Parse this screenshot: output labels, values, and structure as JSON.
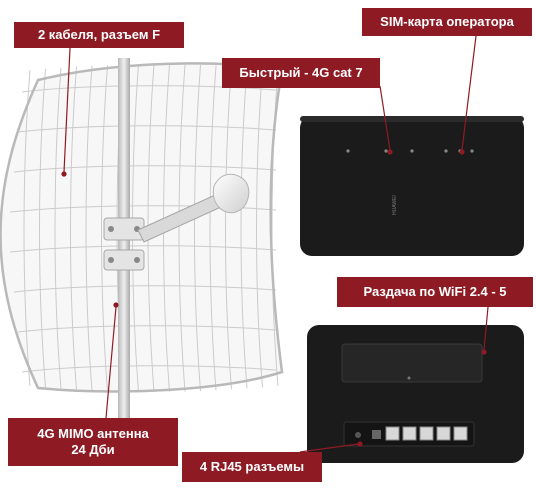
{
  "labels": {
    "cables": "2 кабеля, разъем F",
    "sim": "SIM-карта оператора",
    "fast": "Быстрый - 4G cat 7",
    "wifi": "Раздача по WiFi 2.4 - 5",
    "antenna_line1": "4G MIMO антенна",
    "antenna_line2": "24 Дби",
    "rj45": "4 RJ45 разъемы"
  },
  "router_brand": "HUAWEI",
  "colors": {
    "label_bg": "#8e1b24",
    "label_text": "#ffffff",
    "router_body": "#1a1a1a",
    "antenna_grid": "#c9c9c9"
  }
}
